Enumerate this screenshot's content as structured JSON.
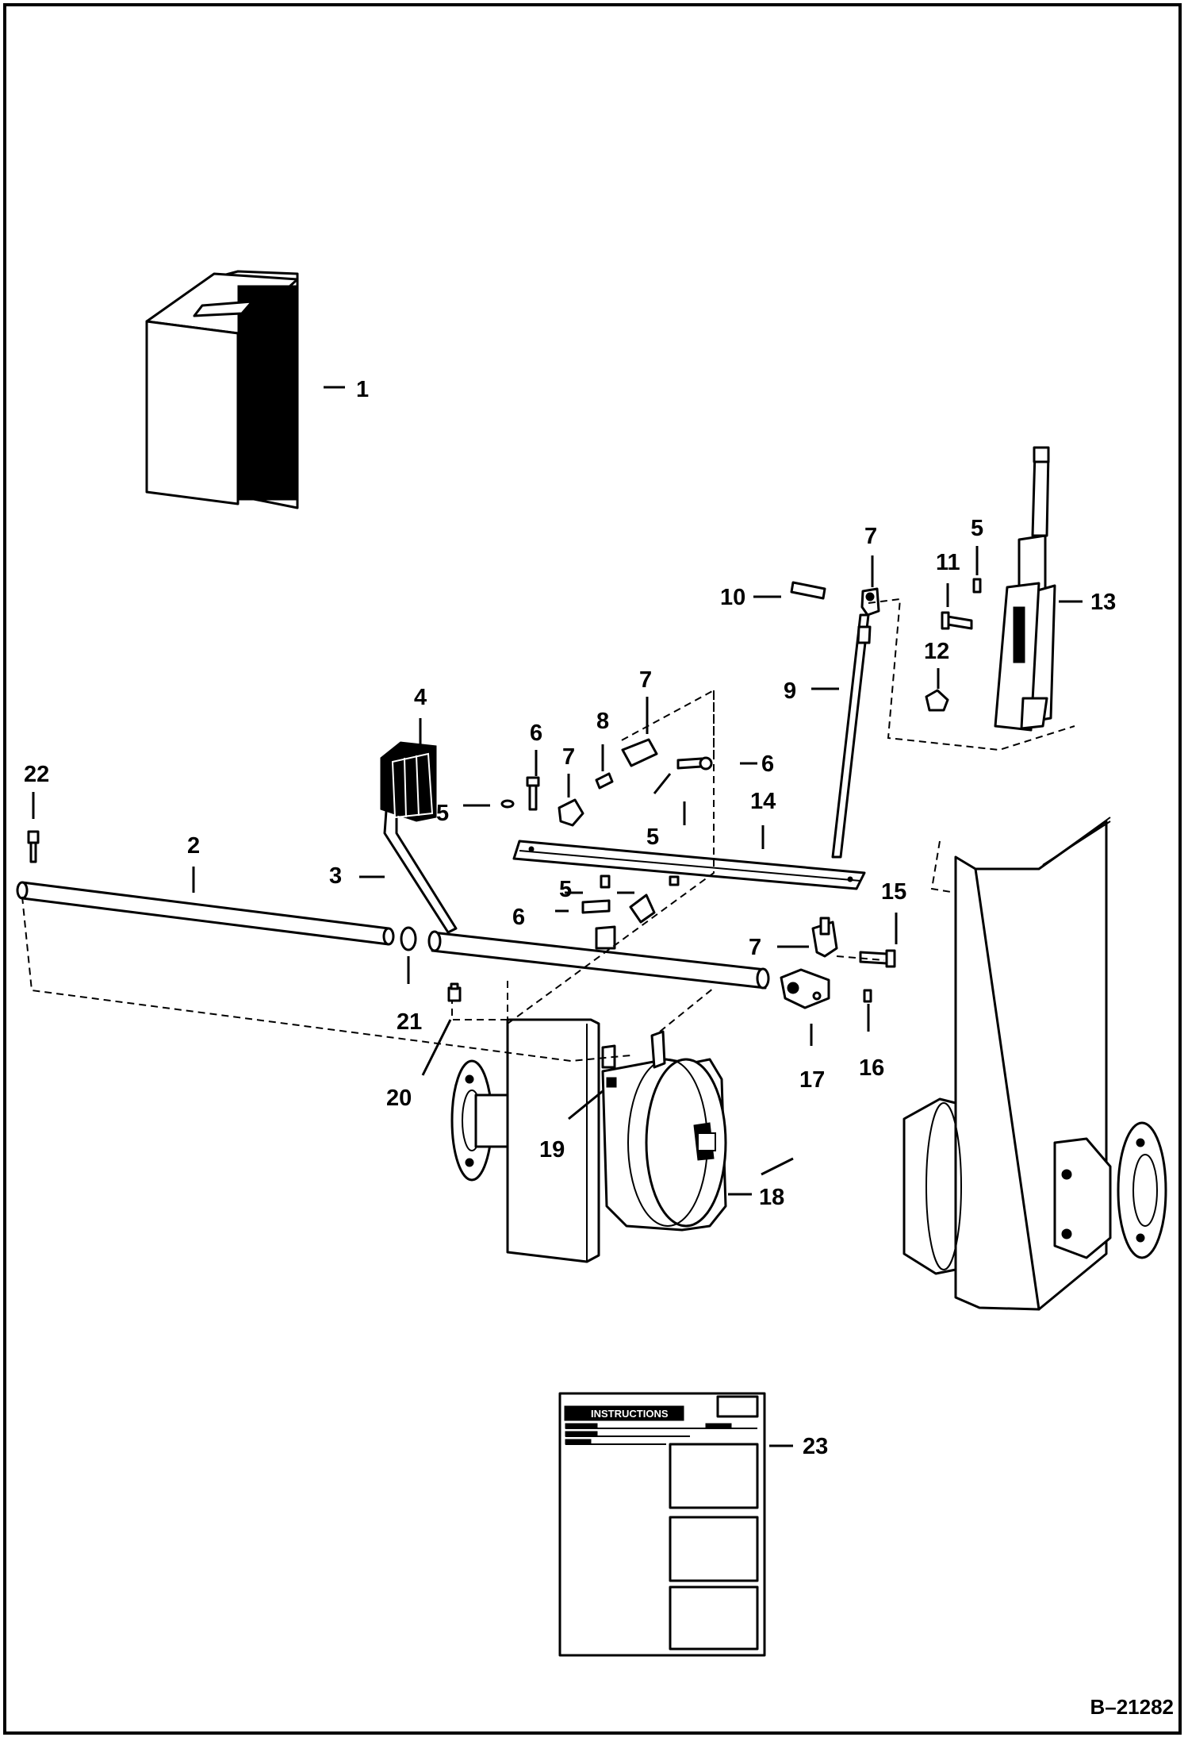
{
  "diagram": {
    "reference_code": "B–21282",
    "callouts": [
      {
        "id": "c1",
        "label": "1"
      },
      {
        "id": "c2",
        "label": "2"
      },
      {
        "id": "c3",
        "label": "3"
      },
      {
        "id": "c4",
        "label": "4"
      },
      {
        "id": "c5a",
        "label": "5"
      },
      {
        "id": "c5b",
        "label": "5"
      },
      {
        "id": "c5c",
        "label": "5"
      },
      {
        "id": "c5d",
        "label": "5"
      },
      {
        "id": "c6a",
        "label": "6"
      },
      {
        "id": "c6b",
        "label": "6"
      },
      {
        "id": "c6c",
        "label": "6"
      },
      {
        "id": "c7a",
        "label": "7"
      },
      {
        "id": "c7b",
        "label": "7"
      },
      {
        "id": "c7c",
        "label": "7"
      },
      {
        "id": "c7d",
        "label": "7"
      },
      {
        "id": "c8",
        "label": "8"
      },
      {
        "id": "c9",
        "label": "9"
      },
      {
        "id": "c10",
        "label": "10"
      },
      {
        "id": "c11",
        "label": "11"
      },
      {
        "id": "c12",
        "label": "12"
      },
      {
        "id": "c13",
        "label": "13"
      },
      {
        "id": "c14",
        "label": "14"
      },
      {
        "id": "c15",
        "label": "15"
      },
      {
        "id": "c16",
        "label": "16"
      },
      {
        "id": "c17",
        "label": "17"
      },
      {
        "id": "c18",
        "label": "18"
      },
      {
        "id": "c19",
        "label": "19"
      },
      {
        "id": "c20",
        "label": "20"
      },
      {
        "id": "c21",
        "label": "21"
      },
      {
        "id": "c22",
        "label": "22"
      },
      {
        "id": "c23",
        "label": "23"
      }
    ],
    "instruction_sheet": {
      "heading": "INSTRUCTIONS"
    }
  }
}
